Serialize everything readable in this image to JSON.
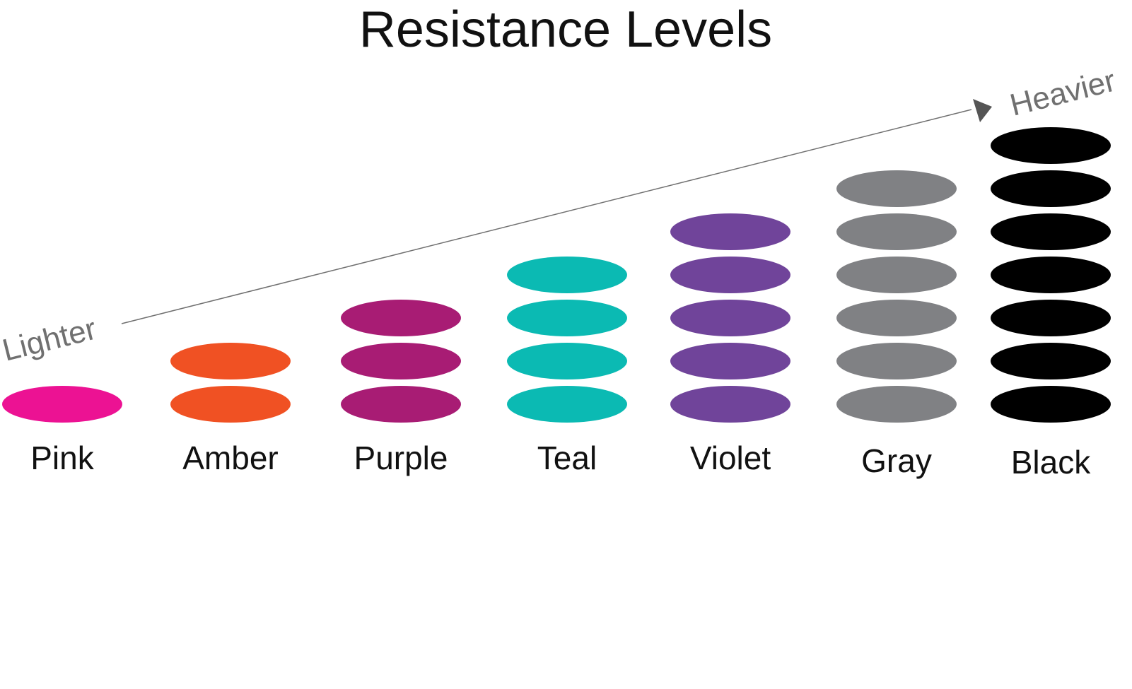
{
  "title": "Resistance Levels",
  "axis": {
    "start_label": "Lighter",
    "end_label": "Heavier",
    "color": "#707070"
  },
  "levels": [
    {
      "name": "Pink",
      "count": 1,
      "color": "#EC1293"
    },
    {
      "name": "Amber",
      "count": 2,
      "color": "#F05123"
    },
    {
      "name": "Purple",
      "count": 3,
      "color": "#A81C74"
    },
    {
      "name": "Teal",
      "count": 4,
      "color": "#0BBAB3"
    },
    {
      "name": "Violet",
      "count": 5,
      "color": "#70449A"
    },
    {
      "name": "Gray",
      "count": 6,
      "color": "#808184"
    },
    {
      "name": "Black",
      "count": 7,
      "color": "#000000"
    }
  ]
}
